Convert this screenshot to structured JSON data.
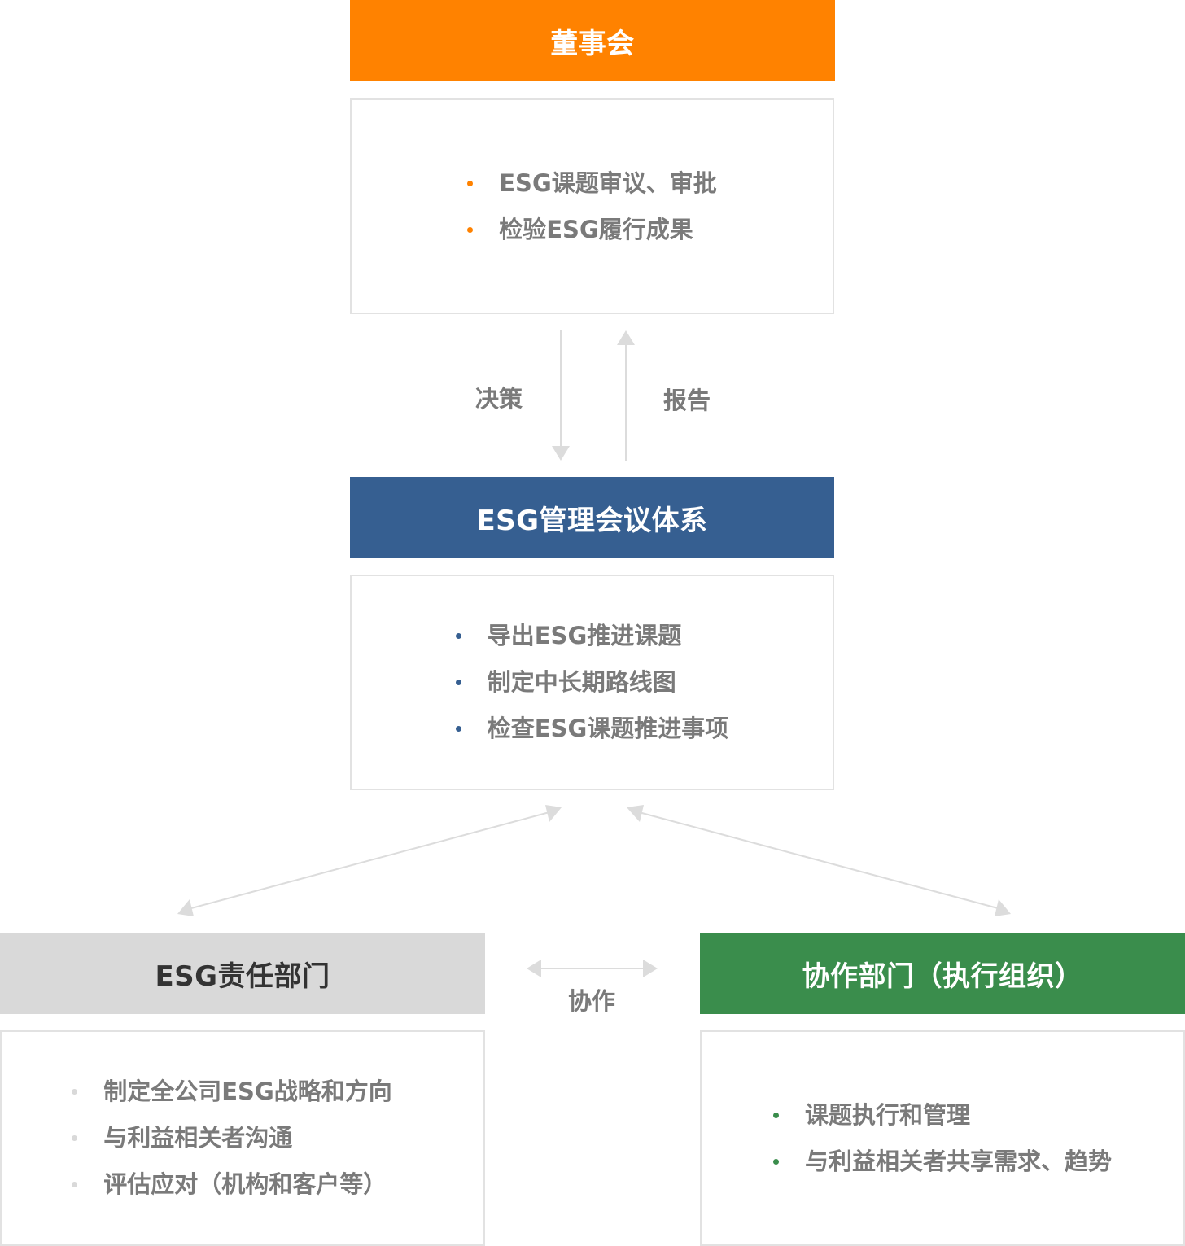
{
  "board": {
    "title": "董事会",
    "color": "#ff8200",
    "items": [
      "ESG课题审议、审批",
      "检验ESG履行成果"
    ]
  },
  "flow_labels": {
    "decision": "决策",
    "report": "报告",
    "cooperation": "协作"
  },
  "esg_meeting": {
    "title": "ESG管理会议体系",
    "color": "#365f91",
    "items": [
      "导出ESG推进课题",
      "制定中长期路线图",
      "检查ESG课题推进事项"
    ]
  },
  "esg_dept": {
    "title": "ESG责任部门",
    "color": "#d9d9d9",
    "items": [
      "制定全公司ESG战略和方向",
      "与利益相关者沟通",
      "评估应对（机构和客户等）"
    ]
  },
  "coop_dept": {
    "title": "协作部门（执行组织）",
    "color": "#3a8d4c",
    "items": [
      "课题执行和管理",
      "与利益相关者共享需求、趋势"
    ]
  }
}
